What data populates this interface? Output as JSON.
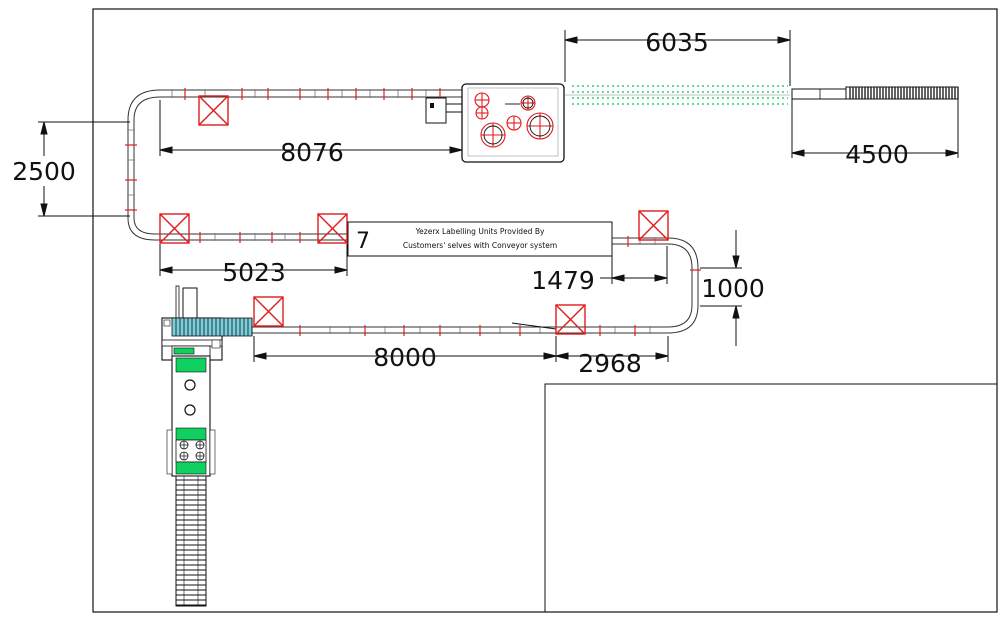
{
  "dimensions": {
    "top_span": "6035",
    "top_conveyor": "8076",
    "right_conveyor": "4500",
    "left_vertical": "2500",
    "middle_left": "5023",
    "middle_right": "1479",
    "right_vertical": "1000",
    "bottom_conveyor": "8000",
    "bottom_right": "2968"
  },
  "note": {
    "number": "7",
    "line1": "Yezerx Labelling Units Provided By",
    "line2": "Customers' selves with Conveyor system"
  },
  "colors": {
    "line": "#111111",
    "marker": "#e21b1b",
    "bottle": "#00cc55",
    "infeed": "#7ad0dc",
    "accumulator": "#10d060"
  }
}
